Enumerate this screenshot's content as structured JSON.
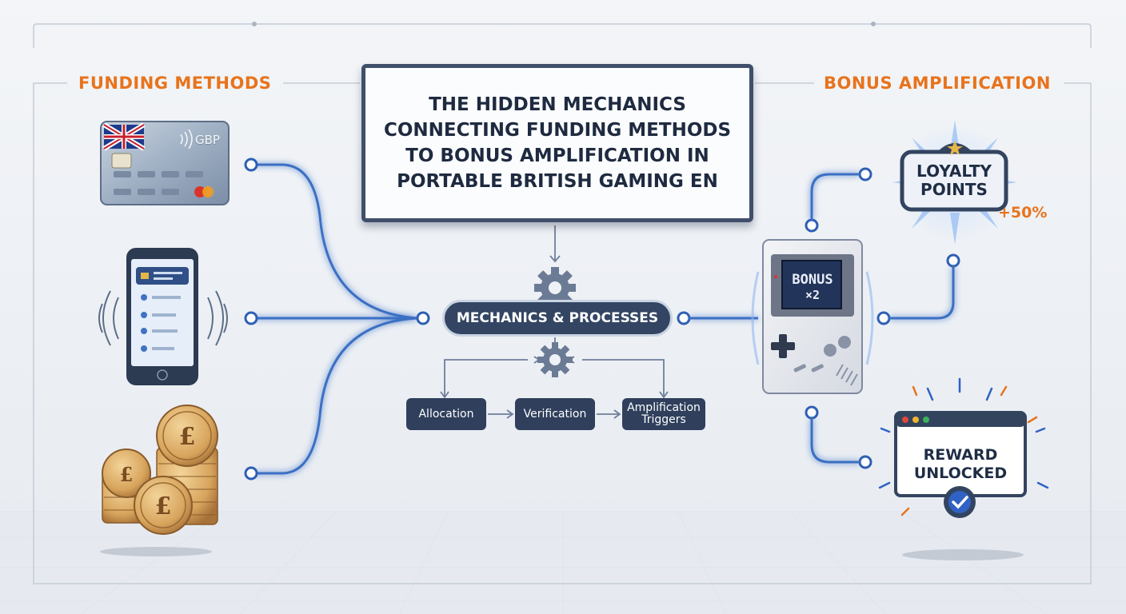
{
  "sections": {
    "funding_methods": "FUNDING METHODS",
    "bonus_amplification": "BONUS AMPLIFICATION"
  },
  "title_box": {
    "line1": "THE HIDDEN MECHANICS",
    "line2": "CONNECTING FUNDING METHODS",
    "line3": "TO BONUS AMPLIFICATION IN",
    "line4": "PORTABLE BRITISH GAMING EN"
  },
  "hub": {
    "label": "MECHANICS & PROCESSES"
  },
  "steps": [
    {
      "label": "Allocation"
    },
    {
      "label": "Verification"
    },
    {
      "label": "Amplification Triggers"
    }
  ],
  "funding": {
    "card_currency": "GBP",
    "icons": [
      "credit-card-icon",
      "smartphone-wallet-icon",
      "pound-coins-icon"
    ]
  },
  "bonus": {
    "handheld_screen_line1": "BONUS",
    "handheld_screen_line2": "×2",
    "loyalty_label": "LOYALTY POINTS",
    "loyalty_boost": "+50%",
    "reward_label": "REWARD UNLOCKED"
  },
  "colors": {
    "accent_orange": "#e8731c",
    "navy": "#334563",
    "connector_blue": "#3b6fc4",
    "title_border": "#3f4f6b"
  }
}
